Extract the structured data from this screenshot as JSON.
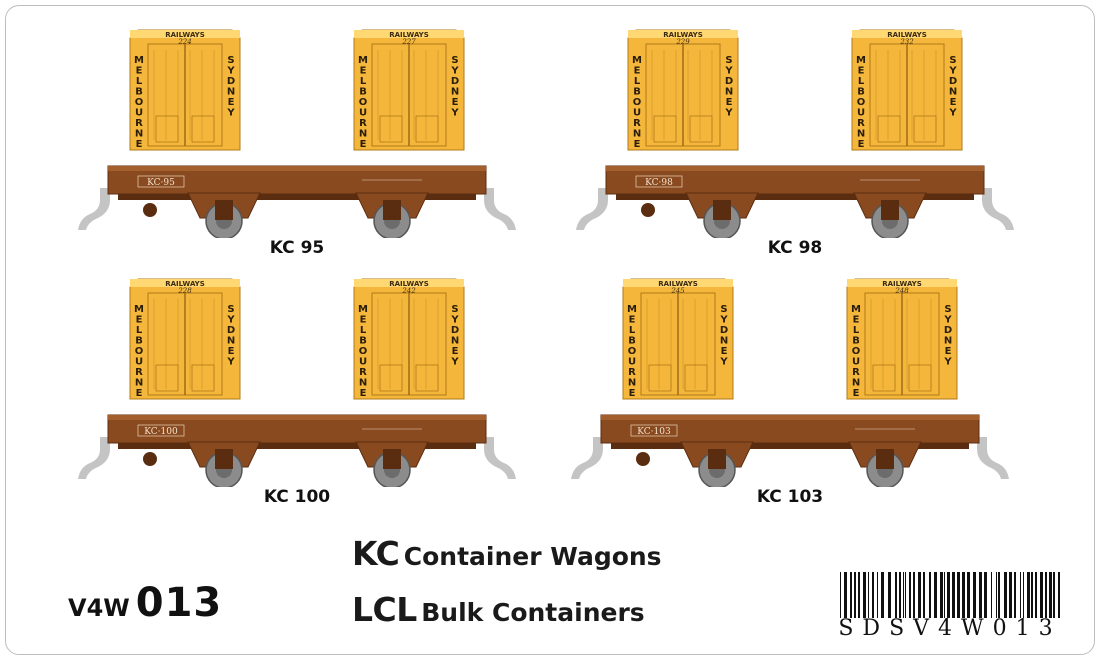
{
  "wagons": [
    {
      "label": "KC 95",
      "number_plate": "KC·95",
      "containers": [
        "224",
        "227"
      ]
    },
    {
      "label": "KC 98",
      "number_plate": "KC·98",
      "containers": [
        "229",
        "232"
      ]
    },
    {
      "label": "KC 100",
      "number_plate": "KC·100",
      "containers": [
        "228",
        "242"
      ]
    },
    {
      "label": "KC 103",
      "number_plate": "KC·103",
      "containers": [
        "245",
        "248"
      ]
    }
  ],
  "container_text": {
    "top": "RAILWAYS",
    "left": "MELBOURNE",
    "right": "SYDNEY"
  },
  "title": {
    "line1_code": "KC",
    "line1_text": "Container Wagons",
    "line2_code": "LCL",
    "line2_text": "Bulk Containers"
  },
  "product": {
    "prefix": "V4W",
    "number": "013"
  },
  "barcode": {
    "text": "SDSV4W013"
  },
  "colors": {
    "container_yellow": "#f5b73b",
    "container_light": "#ffd773",
    "wagon_brown": "#8a4a20",
    "wagon_dark": "#5b2d10",
    "wheel_grey": "#8c8c8c",
    "coupler_grey": "#c4c4c4"
  }
}
